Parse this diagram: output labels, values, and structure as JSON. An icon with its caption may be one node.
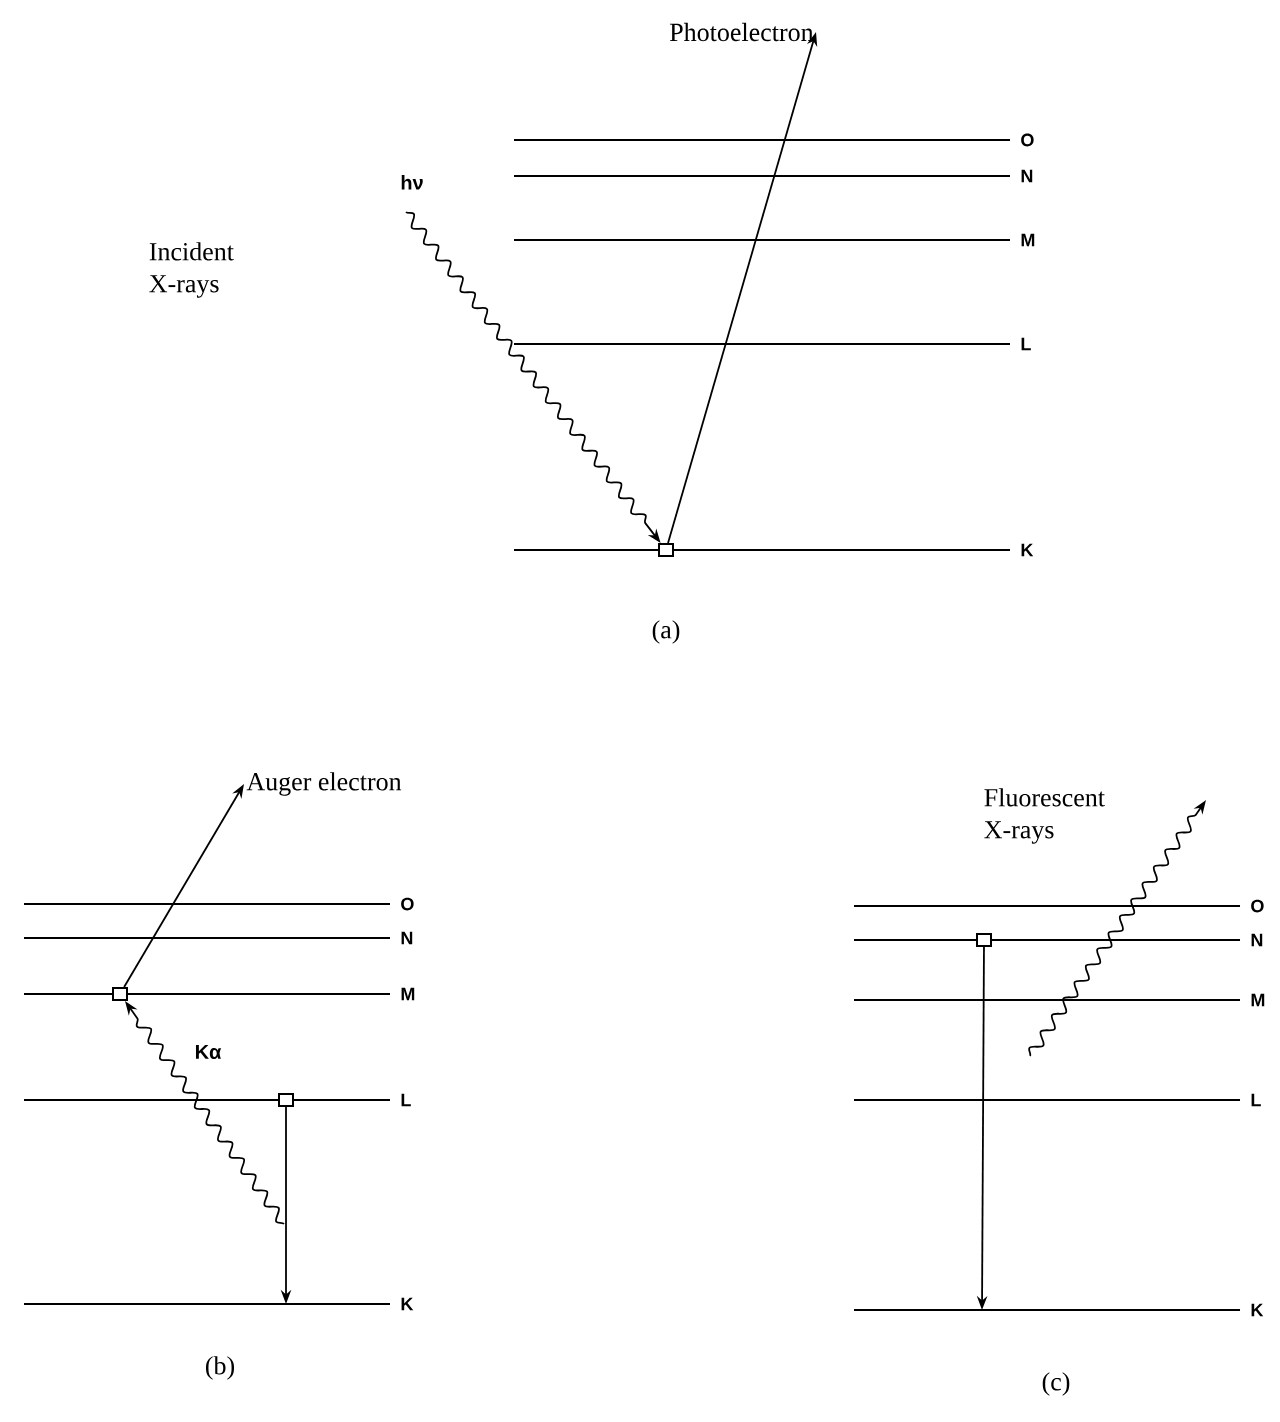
{
  "diagram": {
    "nodes": [
      {
        "text": [
          "Photoelectron"
        ]
      },
      {
        "text": [],
        "shape": "box"
      },
      {
        "text": [
          "Auger electron"
        ]
      },
      {
        "text": [],
        "shape": "box"
      },
      {
        "text": [],
        "shape": "box"
      },
      {
        "text": [],
        "shape": "box"
      }
    ],
    "edges": [
      {
        "from": null,
        "to": 1,
        "arrow": "to",
        "label": "hν"
      },
      {
        "from": 1,
        "to": 0,
        "arrow": "to"
      },
      {
        "from": null,
        "to": 3,
        "arrow": "to",
        "label": "Kα"
      },
      {
        "from": 3,
        "to": 2,
        "arrow": "to"
      },
      {
        "from": 4,
        "to": null,
        "arrow": "to"
      },
      {
        "from": 5,
        "to": null,
        "arrow": "to"
      }
    ],
    "labels": [
      "Incident X-rays",
      "O",
      "N",
      "M",
      "L",
      "K",
      "(a)",
      "O",
      "N",
      "M",
      "L",
      "K",
      "(b)",
      "Fluorescent X-rays",
      "O",
      "N",
      "M",
      "L",
      "K",
      "(c)"
    ]
  }
}
